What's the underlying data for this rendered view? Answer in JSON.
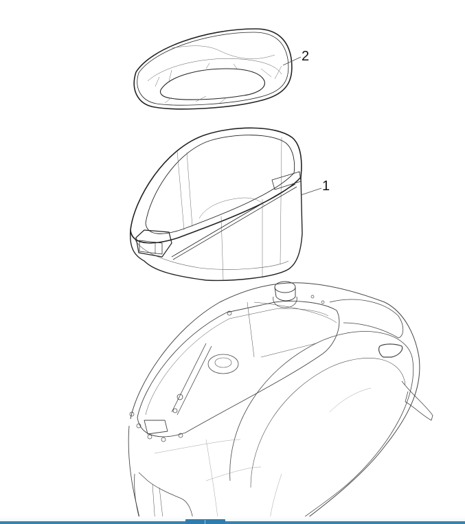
{
  "diagram": {
    "type": "exploded-parts-view",
    "subject": "helmet compartment and inner tray",
    "callouts": [
      {
        "number": "1",
        "part": "helmet-compartment"
      },
      {
        "number": "2",
        "part": "compartment-tray-liner"
      }
    ]
  },
  "colors": {
    "line": "#333333",
    "thin_line": "#777777",
    "bottom_bar": "#3a82ad",
    "bottom_tab": "#2f7cb0",
    "background": "#ffffff"
  }
}
